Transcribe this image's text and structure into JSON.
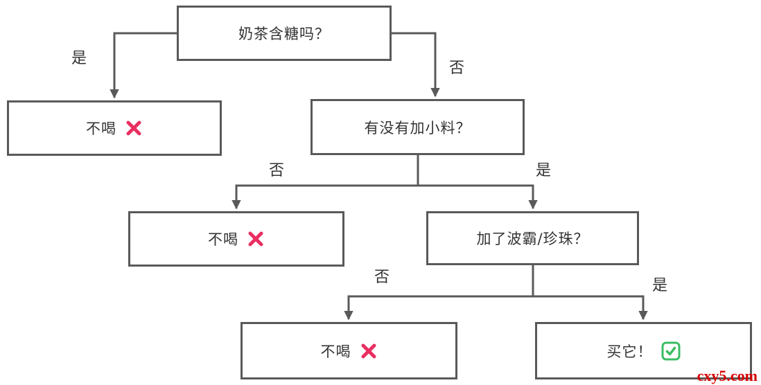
{
  "diagram": {
    "nodes": [
      {
        "id": "q-sugar",
        "label": "奶茶含糖吗？",
        "type": "question"
      },
      {
        "id": "result-no-drink-1",
        "label": "不喝",
        "icon": "x-mark",
        "type": "result"
      },
      {
        "id": "q-toppings",
        "label": "有没有加小料？",
        "type": "question"
      },
      {
        "id": "result-no-drink-2",
        "label": "不喝",
        "icon": "x-mark",
        "type": "result"
      },
      {
        "id": "q-boba",
        "label": "加了波霸/珍珠？",
        "type": "question"
      },
      {
        "id": "result-no-drink-3",
        "label": "不喝",
        "icon": "x-mark",
        "type": "result"
      },
      {
        "id": "result-buy",
        "label": "买它！",
        "icon": "check-mark",
        "type": "result"
      }
    ],
    "edges": [
      {
        "from": "q-sugar",
        "to": "result-no-drink-1",
        "label": "是"
      },
      {
        "from": "q-sugar",
        "to": "q-toppings",
        "label": "否"
      },
      {
        "from": "q-toppings",
        "to": "result-no-drink-2",
        "label": "否"
      },
      {
        "from": "q-toppings",
        "to": "q-boba",
        "label": "是"
      },
      {
        "from": "q-boba",
        "to": "result-no-drink-3",
        "label": "否"
      },
      {
        "from": "q-boba",
        "to": "result-buy",
        "label": "是"
      }
    ],
    "colors": {
      "box_border": "#595959",
      "line": "#595959",
      "text": "#333333",
      "x_mark": "#ea2e61",
      "check_mark": "#3bbd63",
      "watermark": "#d60000"
    }
  },
  "watermark": {
    "text": "cxy5.com"
  }
}
